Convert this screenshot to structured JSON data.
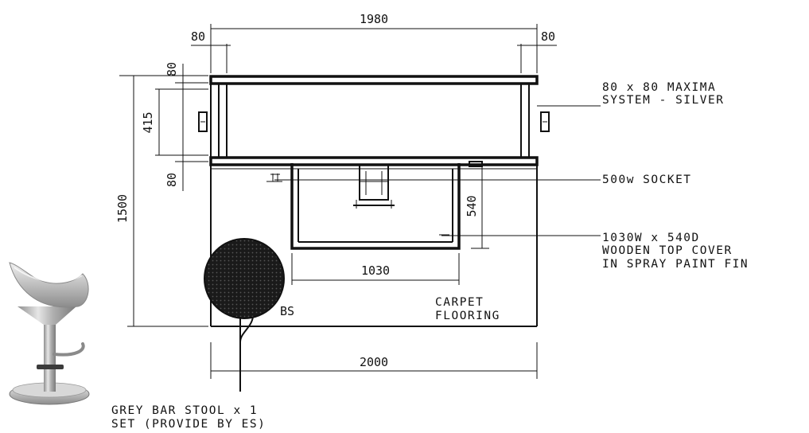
{
  "drawing": {
    "dimensions": {
      "top_overall": "1980",
      "top_left_post": "80",
      "top_right_post": "80",
      "left_top_post": "80",
      "left_panel": "415",
      "left_bottom_post": "80",
      "left_overall": "1500",
      "counter_depth": "540",
      "counter_width": "1030",
      "bottom_overall": "2000"
    },
    "annotations": {
      "maxima_line1": "80 x 80 MAXIMA",
      "maxima_line2": "SYSTEM - SILVER",
      "socket": "500w SOCKET",
      "cover_line1": "1030W x 540D",
      "cover_line2": "WOODEN TOP COVER",
      "cover_line3": "IN SPRAY PAINT FIN",
      "carpet_line1": "CARPET",
      "carpet_line2": "FLOORING",
      "stool_tag": "BS",
      "stool_line1": "GREY BAR STOOL x 1",
      "stool_line2": "SET (PROVIDE BY ES)"
    },
    "colors": {
      "line": "#111111",
      "background": "#ffffff",
      "stool_metal": "#b8b8b8"
    }
  }
}
